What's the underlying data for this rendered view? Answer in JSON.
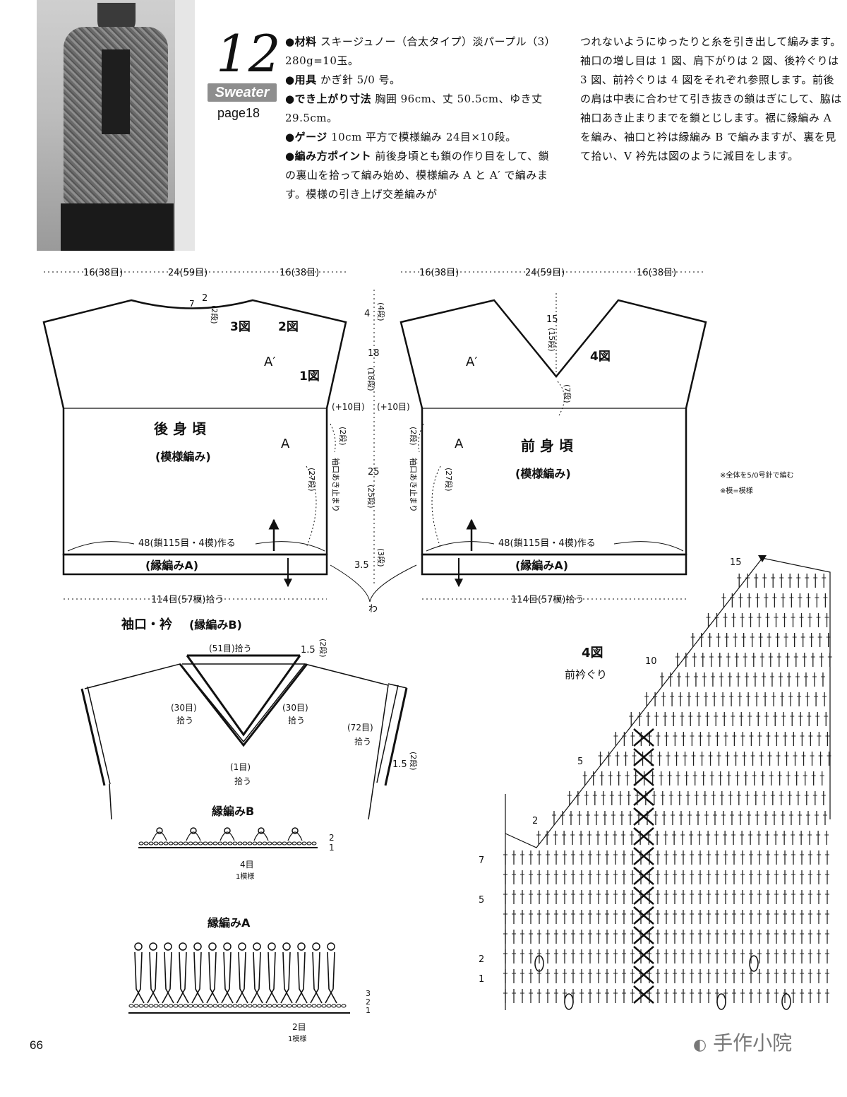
{
  "pattern": {
    "number": "12",
    "category": "Sweater",
    "page_ref": "page18"
  },
  "description": {
    "materials_label": "●材料",
    "materials_text": "スキージュノー（合太タイプ）淡パープル（3）280g=10玉。",
    "tools_label": "●用具",
    "tools_text": "かぎ針 5/0 号。",
    "size_label": "●でき上がり寸法",
    "size_text": "胸囲 96cm、丈 50.5cm、ゆき丈 29.5cm。",
    "gauge_label": "●ゲージ",
    "gauge_text": "10cm 平方で模様編み 24目×10段。",
    "points_label": "●編み方ポイント",
    "points_text": "前後身頃とも鎖の作り目をして、鎖の裏山を拾って編み始め、模様編み A と A′ で編みます。模様の引き上げ交差編みが",
    "continued_text": "つれないようにゆったりと糸を引き出して編みます。袖口の増し目は 1 図、肩下がりは 2 図、後衿ぐりは 3 図、前衿ぐりは 4 図をそれぞれ参照します。前後の肩は中表に合わせて引き抜きの鎖はぎにして、脇は袖口あき止まりまでを鎖とじします。裾に縁編み A を編み、袖口と衿は縁編み B で編みますが、裏を見て拾い、V 衿先は図のように減目をします。"
  },
  "back": {
    "top_left": "16(38目)",
    "top_mid": "24(59目)",
    "top_right": "16(38目)",
    "neck_drop": "2",
    "neck_drop_rows": "(2段)",
    "neck_ticks": "7",
    "fig3": "3図",
    "fig2": "2図",
    "fig1": "1図",
    "upper_pattern": "A′",
    "lower_pattern": "A",
    "title": "後 身 頃",
    "subtitle": "(模様編み)",
    "side_inc": "(+10目)",
    "side_rows_a": "(2段)",
    "side_rows_b": "(27段)",
    "side_note": "袖口あき止まり",
    "chain_start": "48(鎖115目・4模)作る",
    "border": "(縁編みA)",
    "pickup": "114目(57模)拾う"
  },
  "front": {
    "top_left": "16(38目)",
    "top_mid": "24(59目)",
    "top_right": "16(38目)",
    "v_depth": "15",
    "v_depth_rows": "(15段)",
    "v_rows_b": "(7段)",
    "fig4": "4図",
    "upper_pattern": "A′",
    "lower_pattern": "A",
    "title": "前 身 頃",
    "subtitle": "(模様編み)",
    "side_inc": "(+10目)",
    "side_rows_a": "(2段)",
    "side_rows_b": "(27段)",
    "side_note": "袖口あき止まり",
    "chain_start": "48(鎖115目・4模)作る",
    "border": "(縁編みA)",
    "pickup": "114目(57模)拾う",
    "note1": "※全体を5/0号針で編む",
    "note2": "※模=模様"
  },
  "center_dims": {
    "d1": "4",
    "d1_rows": "(4段)",
    "d2": "18",
    "d2_rows": "(18段)",
    "d3": "25",
    "d3_rows": "(25段)",
    "d4": "3.5",
    "d4_rows": "(3段)",
    "loop": "わ"
  },
  "collar": {
    "title": "袖口・衿",
    "title_suffix": "(縁編みB)",
    "back_neck": "(51目)拾う",
    "band_w": "1.5",
    "band_rows": "(2段)",
    "left_v": "(30目)",
    "left_v2": "拾う",
    "right_v": "(30目)",
    "right_v2": "拾う",
    "v_point": "(1目)",
    "v_point2": "拾う",
    "sleeve": "(72目)",
    "sleeve2": "拾う",
    "sleeve_w": "1.5",
    "sleeve_rows": "(2段)"
  },
  "edge_b": {
    "title": "縁編みB",
    "row2": "2",
    "row1": "1",
    "repeat": "4目",
    "repeat2": "1模様"
  },
  "edge_a": {
    "title": "縁編みA",
    "row3": "3",
    "row2": "2",
    "row1": "1",
    "repeat": "2目",
    "repeat2": "1模様"
  },
  "chart4": {
    "title": "4図",
    "subtitle": "前衿ぐり",
    "r15": "15",
    "r10": "10",
    "r5a": "5",
    "r2a": "2",
    "r7": "7",
    "r5b": "5",
    "r2b": "2",
    "r1": "1"
  },
  "footer": {
    "page_number": "66",
    "watermark": "手作小院"
  }
}
